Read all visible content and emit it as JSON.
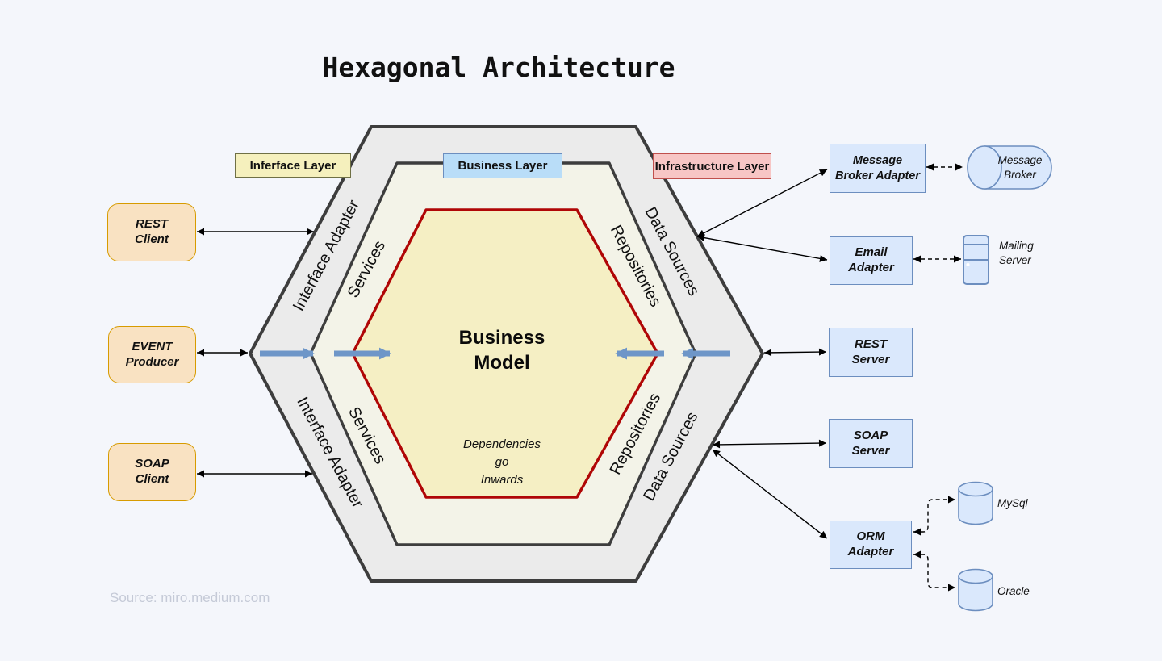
{
  "title": "Hexagonal Architecture",
  "source": "Source: miro.medium.com",
  "legend": {
    "interface": "Inferface Layer",
    "business": "Business Layer",
    "infrastructure": "Infrastructure Layer"
  },
  "hex": {
    "edge_labels": {
      "top_left_outer": "Interface Adapter",
      "top_left_mid": "Services",
      "top_right_outer": "Data Sources",
      "top_right_mid": "Repositories",
      "bottom_left_outer": "Interface Adapter",
      "bottom_left_mid": "Services",
      "bottom_right_outer": "Data Sources",
      "bottom_right_mid": "Repositories"
    },
    "center_title": "Business\nModel",
    "center_note": "Dependencies\ngo\nInwards"
  },
  "clients": [
    {
      "label": "REST\nClient"
    },
    {
      "label": "EVENT\nProducer"
    },
    {
      "label": "SOAP\nClient"
    }
  ],
  "adapters": [
    {
      "label": "Message\nBroker Adapter"
    },
    {
      "label": "Email\nAdapter"
    },
    {
      "label": "REST\nServer"
    },
    {
      "label": "SOAP\nServer"
    },
    {
      "label": "ORM\nAdapter"
    }
  ],
  "datastores": {
    "message_broker": "Message\nBroker",
    "mailing_server": "Mailing\nServer",
    "mysql": "MySql",
    "oracle": "Oracle"
  },
  "colors": {
    "background": "#f4f6fb",
    "outer_ring_fill": "#ebebeb",
    "middle_ring_fill": "#f3f3e8",
    "inner_hex_fill": "#f5efc4",
    "hex_border": "#3d3d3d",
    "inner_hex_border": "#b00606",
    "client_fill": "#f9e2c2",
    "client_border": "#d79b00",
    "adapter_fill": "#dae8fc",
    "adapter_border": "#6c8ebf",
    "legend_yellow": "#f5f0bd",
    "legend_blue": "#b9ddf8",
    "legend_pink": "#f7c6c5",
    "inward_arrow_blue": "#6e96c8"
  }
}
